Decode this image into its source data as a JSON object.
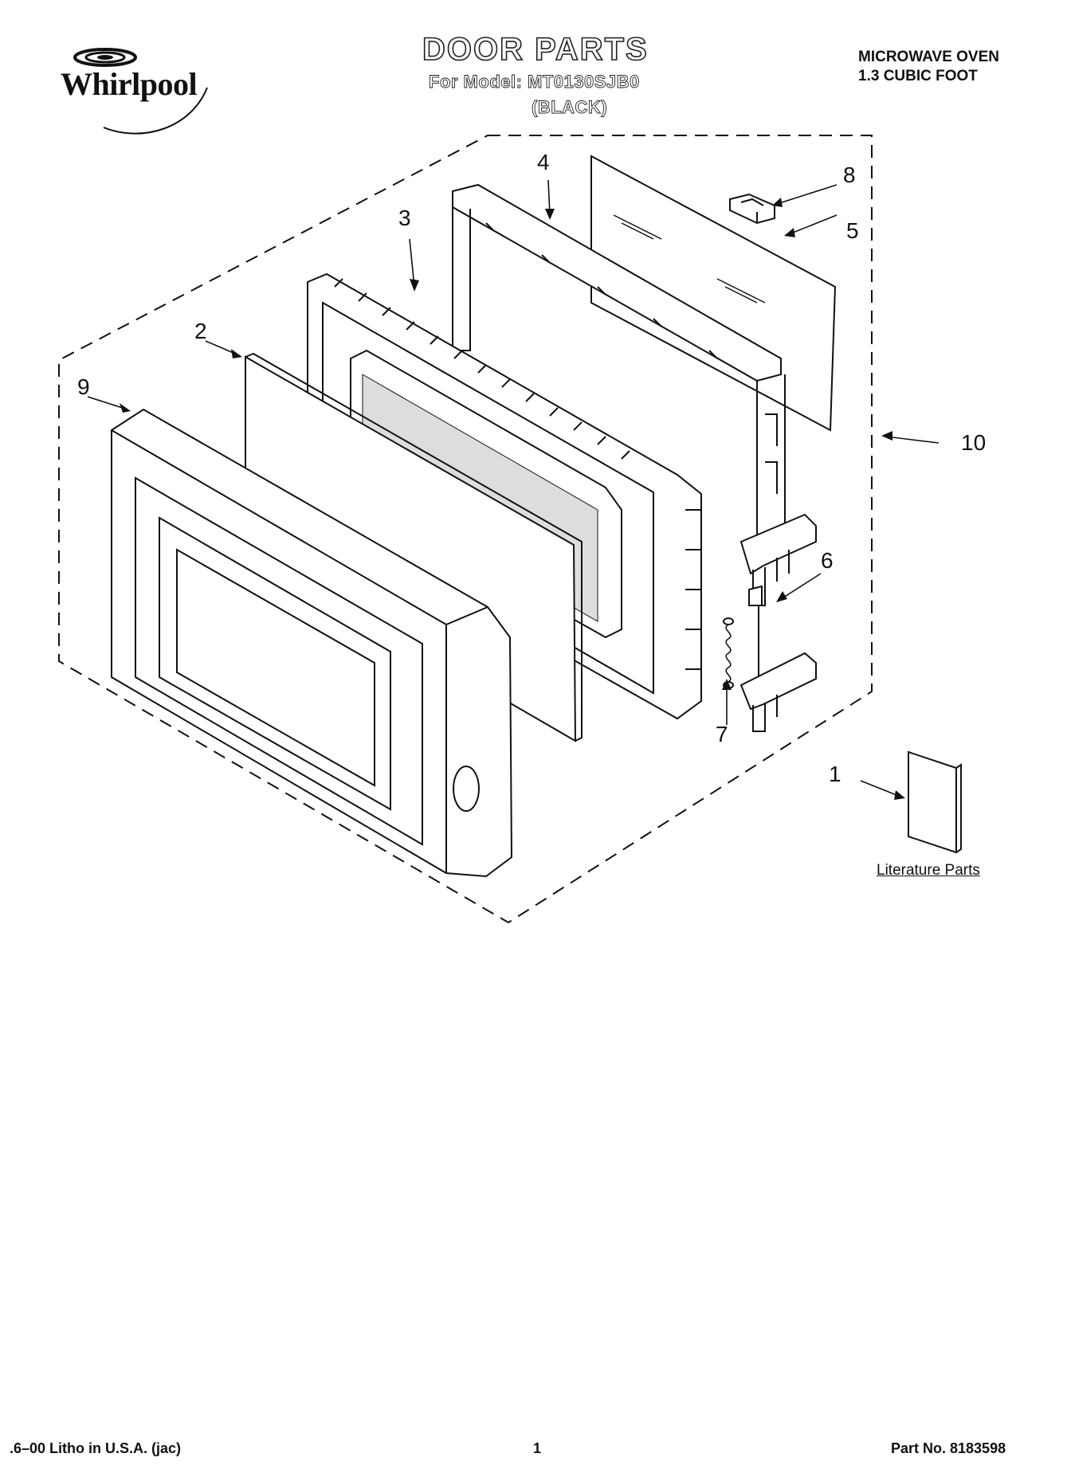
{
  "header": {
    "brand": "Whirlpool",
    "title": "DOOR PARTS",
    "model_line": "For Model: MT0130SJB0",
    "color_line": "(BLACK)",
    "product_line1": "MICROWAVE OVEN",
    "product_line2": "1.3 CUBIC FOOT"
  },
  "callouts": {
    "c1": "1",
    "c2": "2",
    "c3": "3",
    "c4": "4",
    "c5": "5",
    "c6": "6",
    "c7": "7",
    "c8": "8",
    "c9": "9",
    "c10": "10"
  },
  "literature_label": "Literature Parts",
  "footer": {
    "left": ".6–00 Litho in U.S.A. (jac)",
    "center": "1",
    "right": "Part No. 8183598"
  },
  "icons": {
    "logo": "whirlpool-swirl-logo"
  }
}
